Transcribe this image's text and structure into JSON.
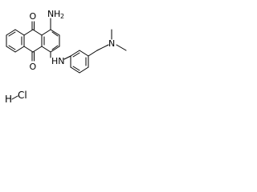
{
  "atoms": {
    "oxygen_top": "O",
    "oxygen_bottom": "O",
    "amine_n": "N",
    "amine_h": "H",
    "amine_h2": "2",
    "linker_nh": "HN",
    "dimethyl_n": "N"
  },
  "salt": {
    "h": "H",
    "cl": "Cl"
  }
}
